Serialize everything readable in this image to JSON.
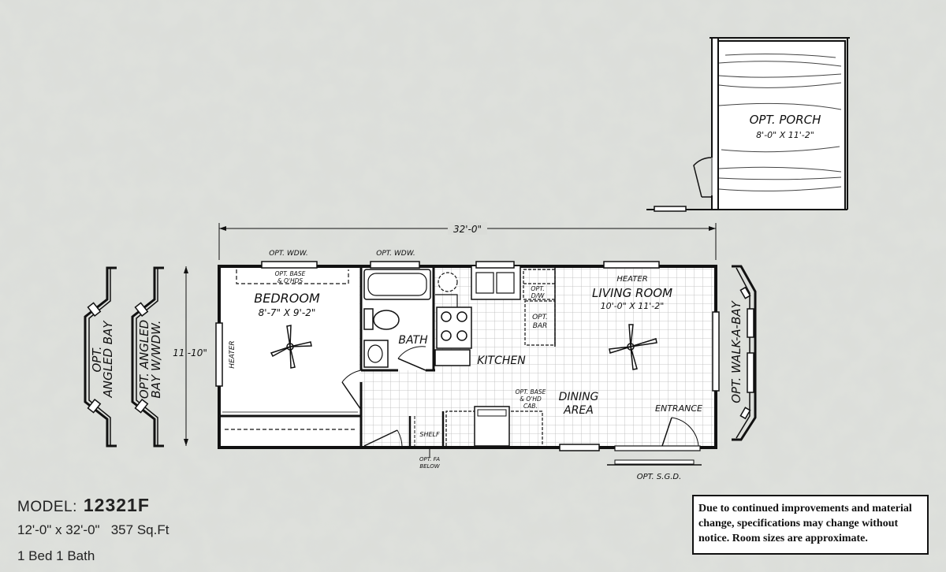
{
  "labels": {
    "porch": "OPT. PORCH",
    "porch_size": "8'-0\" X 11'-2\"",
    "overall_width": "32'-0\"",
    "overall_depth": "11'-10\"",
    "bedroom": "BEDROOM",
    "bedroom_size": "8'-7\" X 9'-2\"",
    "bedroom_heater": "HEATER",
    "opt_wdw_1": "OPT. WDW.",
    "opt_wdw_2": "OPT. WDW.",
    "opt_base_1": "OPT. BASE",
    "opt_base_1b": "& O'HDS",
    "bath": "BATH",
    "kitchen": "KITCHEN",
    "opt_dw_1": "OPT.",
    "opt_dw_2": "D/W",
    "opt_bar_1": "OPT.",
    "opt_bar_2": "BAR",
    "living_heater": "HEATER",
    "living_room": "LIVING ROOM",
    "living_size": "10'-0\" X 11'-2\"",
    "dining_1": "DINING",
    "dining_2": "AREA",
    "opt_base_2a": "OPT. BASE",
    "opt_base_2b": "& O'HD",
    "opt_base_2c": "CAB.",
    "entrance": "ENTRANCE",
    "shelf": "SHELF",
    "opt_fa_1": "OPT. FA",
    "opt_fa_2": "BELOW",
    "opt_sgd": "OPT. S.G.D.",
    "angled_bay_1": "OPT.",
    "angled_bay_2": "ANGLED BAY",
    "angled_bay_w_1": "OPT. ANGLED",
    "angled_bay_w_2": "BAY W/WDW.",
    "walk_a_bay": "OPT. WALK-A-BAY"
  },
  "model": {
    "label": "MODEL:",
    "number": "12321F",
    "dimensions": "12'-0\" x 32'-0\"   357 Sq.Ft",
    "beds_baths": "1 Bed 1 Bath"
  },
  "notice": "Due to continued improvements and material change, specifications may change without notice. Room sizes are approximate.",
  "colors": {
    "background": "#d5d9d4",
    "line": "#111111",
    "grid": "#b8b8b8",
    "floor": "#ffffff"
  }
}
